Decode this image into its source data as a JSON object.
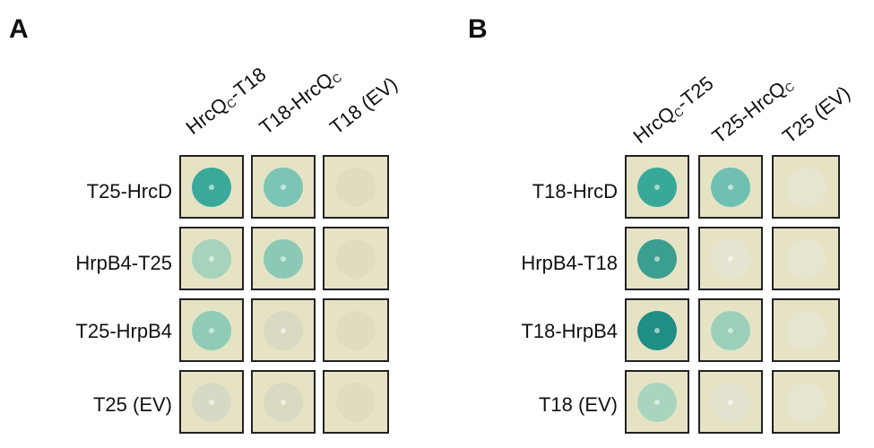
{
  "panels": [
    {
      "label": "A",
      "columns": [
        {
          "main": "HrcQ",
          "sub": "C",
          "suffix": "-T18"
        },
        {
          "main": "T18-HrcQ",
          "sub": "C",
          "suffix": ""
        },
        {
          "main": "T18 (EV)",
          "sub": "",
          "suffix": ""
        }
      ],
      "rows": [
        "T25-HrcD",
        "HrpB4-T25",
        "T25-HrpB4",
        "T25 (EV)"
      ],
      "spots": [
        [
          "#3aa99a",
          "#7cc4b4",
          "#e2dcbf"
        ],
        [
          "#a7d2bb",
          "#8cc8b6",
          "#e2dcbf"
        ],
        [
          "#8fcbb5",
          "#dad9c1",
          "#e2dcbf"
        ],
        [
          "#d6dac4",
          "#dad9c1",
          "#e2dcbf"
        ]
      ]
    },
    {
      "label": "B",
      "columns": [
        {
          "main": "HrcQ",
          "sub": "C",
          "suffix": "-T25"
        },
        {
          "main": "T25-HrcQ",
          "sub": "C",
          "suffix": ""
        },
        {
          "main": "T25 (EV)",
          "sub": "",
          "suffix": ""
        }
      ],
      "rows": [
        "T18-HrcD",
        "HrpB4-T18",
        "T18-HrpB4",
        "T18 (EV)"
      ],
      "spots": [
        [
          "#38a898",
          "#6fc0b1",
          "#e7e5cf"
        ],
        [
          "#3a9e90",
          "#e4e4d1",
          "#e7e5cf"
        ],
        [
          "#1f8e84",
          "#9ccfba",
          "#e7e5cf"
        ],
        [
          "#a9d5be",
          "#e2e2cf",
          "#e7e5cf"
        ]
      ]
    }
  ]
}
